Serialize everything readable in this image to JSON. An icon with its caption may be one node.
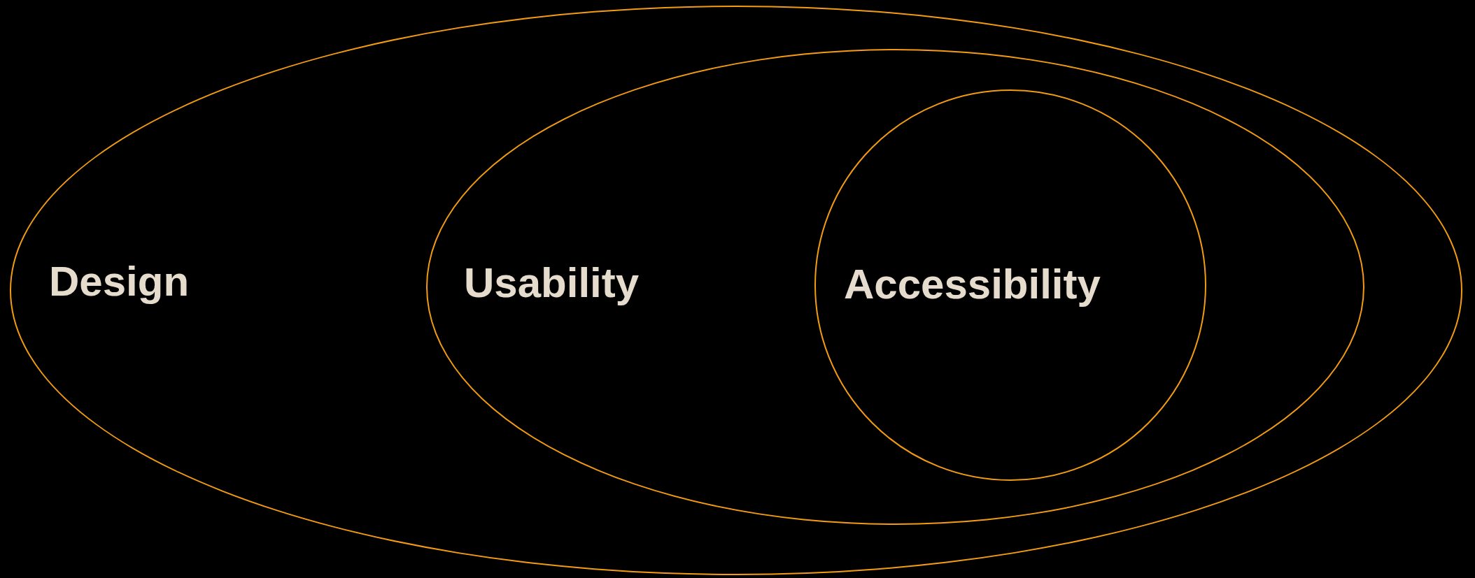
{
  "diagram": {
    "nodes": [
      {
        "text": [
          "Design"
        ]
      },
      {
        "text": [
          "Usability"
        ],
        "in": 0
      },
      {
        "text": [
          "Accessibility"
        ],
        "in": 1
      }
    ]
  }
}
